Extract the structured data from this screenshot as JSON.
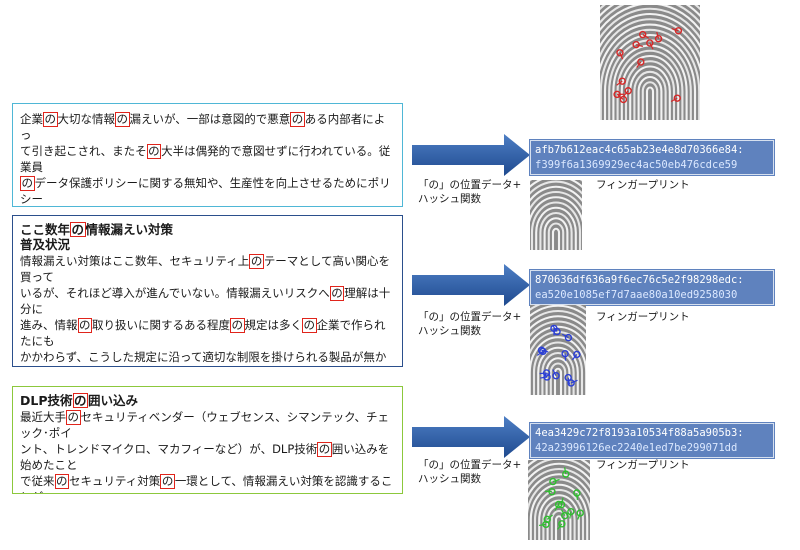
{
  "documents": [
    {
      "title_parts": [],
      "lines": [
        [
          {
            "t": "企業"
          },
          {
            "m": "の"
          },
          {
            "t": "大切な情報"
          },
          {
            "m": "の"
          },
          {
            "t": "漏えいが、一部は意図的で悪意"
          },
          {
            "m": "の"
          },
          {
            "t": "ある内部者によっ"
          }
        ],
        [
          {
            "t": "て引き起こされ、またそ"
          },
          {
            "m": "の"
          },
          {
            "t": "大半は偶発的で意図せずに行われている。従業員"
          }
        ],
        [
          {
            "m": "の"
          },
          {
            "t": "データ保護ポリシーに関する無知や、生産性を向上させるためにポリシー"
          }
        ],
        [
          {
            "t": "を回避してしまうことがそ"
          },
          {
            "m": "の"
          },
          {
            "t": "原因だ。　DLPは大切な情報を守るために、ポリ"
          }
        ],
        [
          {
            "t": "シー"
          },
          {
            "m": "の"
          },
          {
            "t": "施行を自動化し、禁止されている行動をリアルタイムでブロックするこ"
          }
        ],
        [
          {
            "t": "とによって情報漏えいを防止する。"
          }
        ]
      ]
    },
    {
      "title_parts": [
        [
          {
            "t": "ここ数年"
          },
          {
            "m": "の"
          },
          {
            "t": "情報漏えい対策"
          }
        ],
        [
          {
            "t": "普及状況"
          }
        ]
      ],
      "lines": [
        [
          {
            "t": "情報漏えい対策はここ数年、セキュリティ上"
          },
          {
            "m": "の"
          },
          {
            "t": "テーマとして高い関心を買って"
          }
        ],
        [
          {
            "t": "いるが、それほど導入が進んでいない。情報漏えいリスクへ"
          },
          {
            "m": "の"
          },
          {
            "t": "理解は十分に"
          }
        ],
        [
          {
            "t": "進み、情報"
          },
          {
            "m": "の"
          },
          {
            "t": "取り扱いに関するある程度"
          },
          {
            "m": "の"
          },
          {
            "t": "規定は多く"
          },
          {
            "m": "の"
          },
          {
            "t": "企業で作られたにも"
          }
        ],
        [
          {
            "t": "かかわらず、こうした規定に沿って適切な制限を掛けられる製品が無かった。"
          }
        ],
        [
          {
            "t": "ポリシーを厳しくすれば業務に支障が出てしまうし、緩ければ効果がない。そ"
          },
          {
            "m": "の"
          }
        ],
        [
          {
            "t": "ため、多く"
          },
          {
            "m": "の"
          },
          {
            "t": "企業が取りあえず操作ログを取るという行為に流れてしまった。"
          }
        ],
        [
          {
            "t": "防止という観点からは決定打となる製品が無かったことが原因"
          },
          {
            "m": "の"
          },
          {
            "t": "1つだろう。"
          }
        ]
      ]
    },
    {
      "title_parts": [
        [
          {
            "t": "DLP技術"
          },
          {
            "m": "の"
          },
          {
            "t": "囲い込み"
          }
        ]
      ],
      "lines": [
        [
          {
            "t": "最近大手"
          },
          {
            "m": "の"
          },
          {
            "t": "セキュリティベンダー（ウェブセンス、シマンテック、チェック･ポイ"
          }
        ],
        [
          {
            "t": "ント、トレンドマイクロ、マカフィーなど）が、DLP技術"
          },
          {
            "m": "の"
          },
          {
            "t": "囲い込みを始めたこと"
          }
        ],
        [
          {
            "t": "で従来"
          },
          {
            "m": "の"
          },
          {
            "t": "セキュリティ対策"
          },
          {
            "m": "の"
          },
          {
            "t": "一環として、情報漏えい対策を認識することが"
          }
        ],
        [
          {
            "t": "可能となり、こ"
          },
          {
            "m": "の"
          },
          {
            "t": "ことが普及を後押しすると期待されている。次からはDLP"
          },
          {
            "m": "の"
          }
        ],
        [
          {
            "t": "特徴、データを守るため"
          },
          {
            "m": "の"
          },
          {
            "t": "セキュリティポリシー策定について説明していく。"
          }
        ]
      ]
    }
  ],
  "hashes": [
    {
      "line1": "afb7b612eac4c65ab23e4e8d70366e84:",
      "line2": "f399f6a1369929ec4ac50eb476cdce59"
    },
    {
      "line1": "870636df636a9f6ec76c5e2f98298edc:",
      "line2": "ea520e1085ef7d7aae80a10ed9258030"
    },
    {
      "line1": "4ea3429c72f8193a10534f88a5a905b3:",
      "line2": "42a23996126ec2240e1ed7be299071dd"
    }
  ],
  "captions": {
    "left_line1": "「の」の位置データ+",
    "left_line2": "ハッシュ関数",
    "right": "フィンガープリント"
  },
  "fingerprint_marker_colors": [
    "#d62828",
    "#2b3fd6",
    "#2fbf2f"
  ],
  "colors": {
    "doc1_border": "#4fb7d6",
    "doc2_border": "#2b4f8c",
    "doc3_border": "#8cc83c",
    "arrow": "#2c5aa0",
    "hash_bg": "#5f82be",
    "mark": "#e0241b"
  }
}
